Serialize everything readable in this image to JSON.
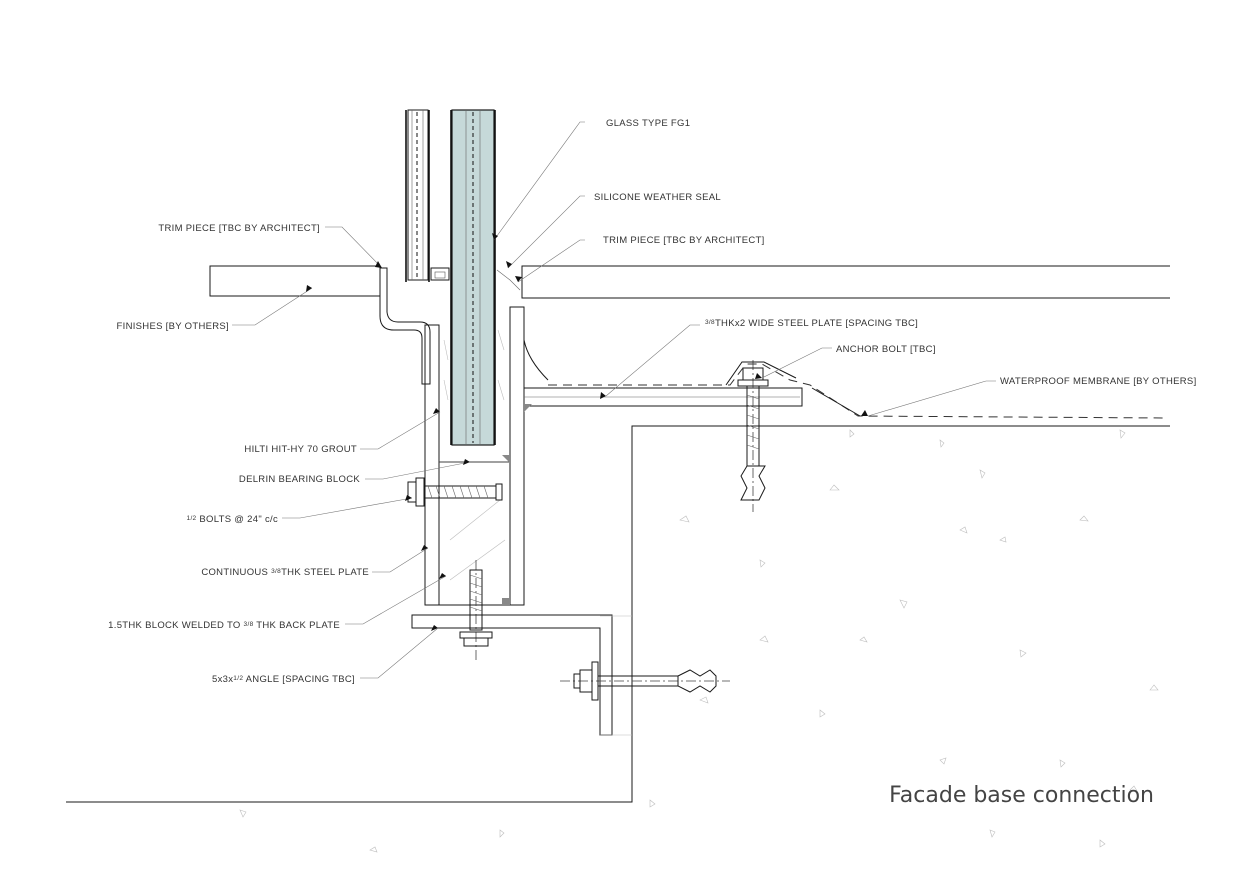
{
  "caption": "Facade base connection",
  "labels": {
    "glass_type": "GLASS TYPE FG1",
    "silicone_seal": "SILICONE WEATHER SEAL",
    "trim_piece_left": "TRIM PIECE [TBC BY ARCHITECT]",
    "trim_piece_right": "TRIM PIECE  [TBC BY ARCHITECT]",
    "finishes": "FINISHES [BY OTHERS]",
    "steel_plate_pre": "",
    "steel_plate_frac": "3/8",
    "steel_plate_post": "THKx2 WIDE STEEL PLATE [SPACING TBC]",
    "anchor_bolt": "ANCHOR BOLT [TBC]",
    "waterproof": "WATERPROOF MEMBRANE [BY OTHERS]",
    "hilti_grout": "HILTI HIT-HY 70 GROUT",
    "delrin": "DELRIN BEARING BLOCK",
    "bolts_pre": "",
    "bolts_frac": "1/2",
    "bolts_post": " BOLTS @ 24\" c/c",
    "cont_plate_pre": "CONTINUOUS ",
    "cont_plate_frac": "3/8",
    "cont_plate_post": "THK STEEL PLATE",
    "block_pre": "1.5THK BLOCK WELDED TO ",
    "block_frac": "3/8",
    "block_post": " THK BACK PLATE",
    "angle_pre": "5x3x",
    "angle_frac": "1/2",
    "angle_post": " ANGLE [SPACING TBC]"
  },
  "colors": {
    "glass_fill": "#c6d9d9",
    "line": "#1a1a1a",
    "leader": "#777777",
    "text": "#333333"
  }
}
